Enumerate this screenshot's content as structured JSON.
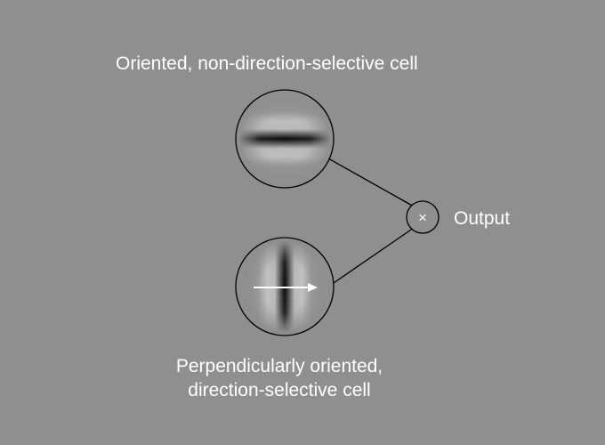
{
  "labels": {
    "top_cell": "Oriented, non-direction-selective cell",
    "bottom_cell_line1": "Perpendicularly oriented,",
    "bottom_cell_line2": "direction-selective cell",
    "output": "Output",
    "multiply_symbol": "×"
  },
  "colors": {
    "background": "#8f8f8f",
    "text": "#ffffff",
    "outline": "#000000",
    "arrow": "#ffffff"
  }
}
